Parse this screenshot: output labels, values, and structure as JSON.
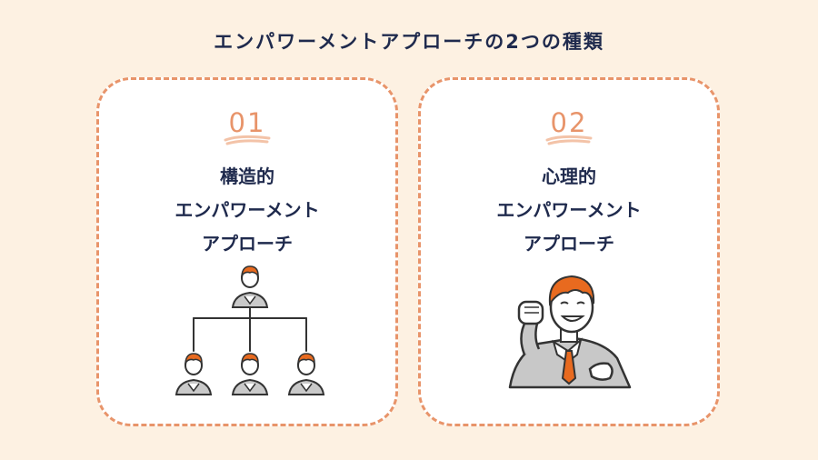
{
  "title": "エンパワーメントアプローチの2つの種類",
  "colors": {
    "accent": "#e8946a",
    "text": "#1f2a4d",
    "background": "#fdf1e2",
    "card": "#ffffff"
  },
  "cards": [
    {
      "number": "01",
      "title_lines": [
        "構造的",
        "エンパワーメント",
        "アプローチ"
      ],
      "illustration": "org-chart-icon"
    },
    {
      "number": "02",
      "title_lines": [
        "心理的",
        "エンパワーメント",
        "アプローチ"
      ],
      "illustration": "motivated-businessman-icon"
    }
  ]
}
